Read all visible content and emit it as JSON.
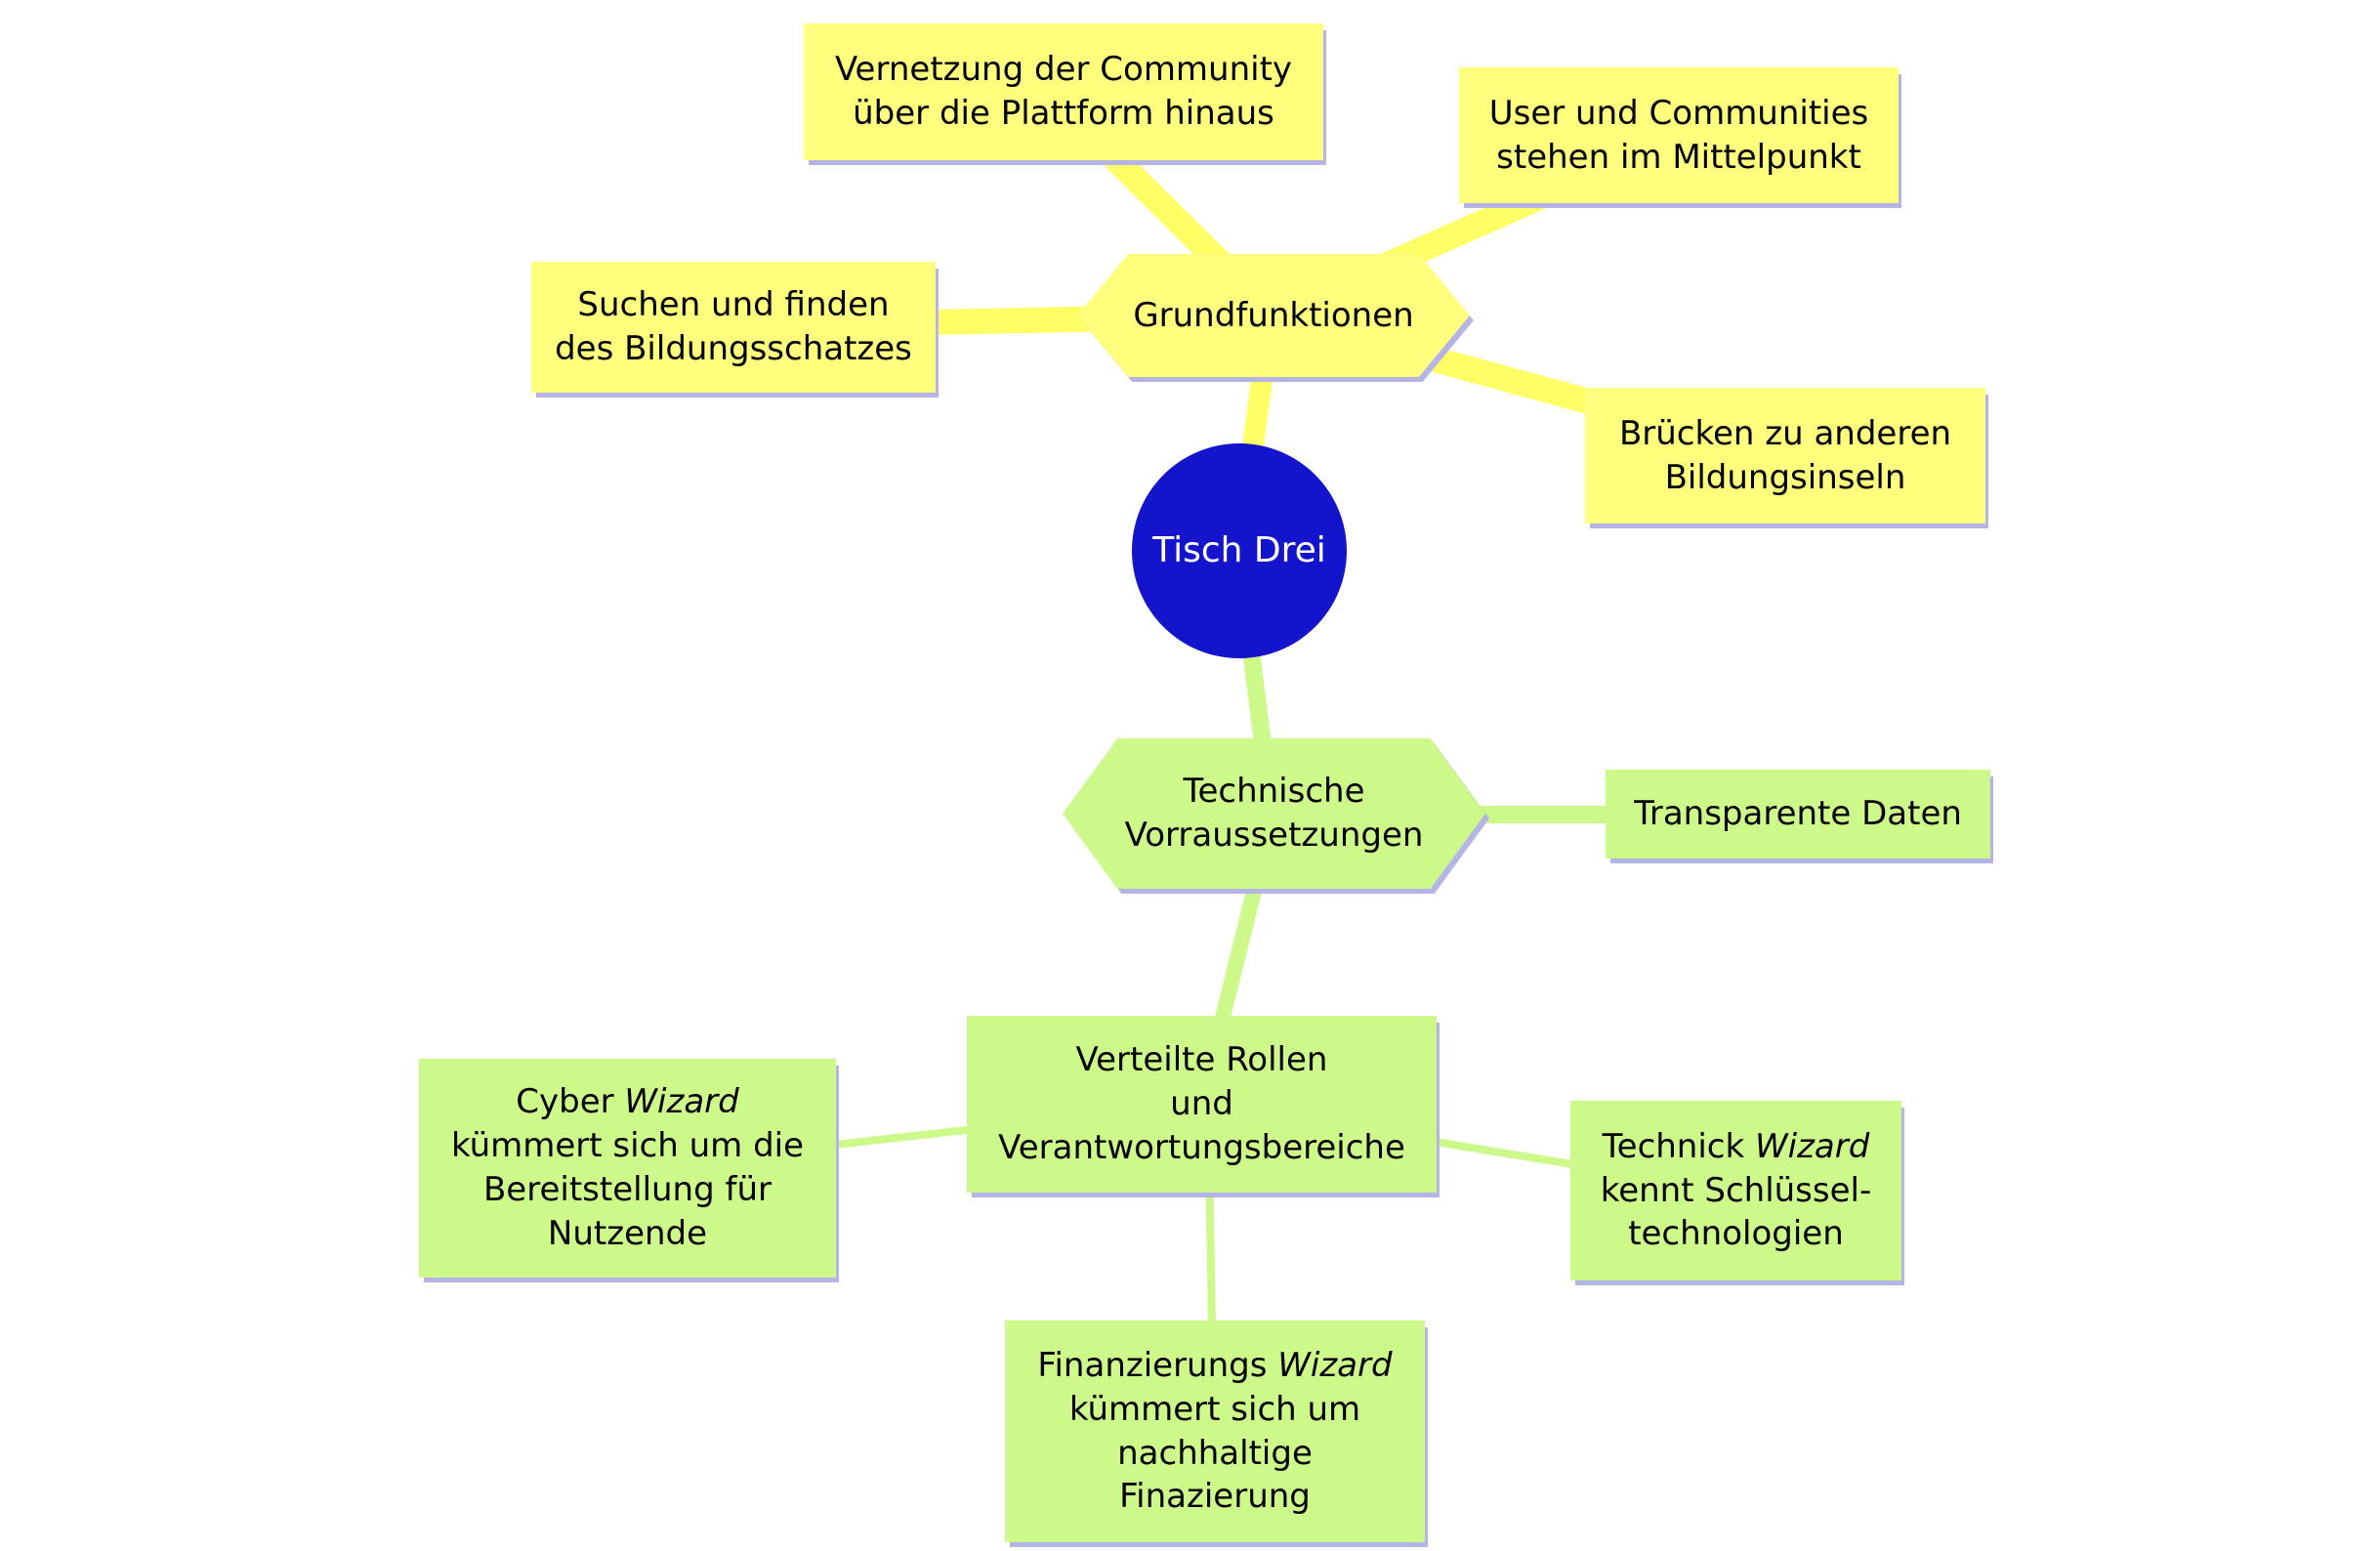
{
  "colors": {
    "background": "#FFFFFF",
    "root_fill": "#1414CC",
    "root_text": "#FFFFFF",
    "yellow_fill": "#FFFF7D",
    "yellow_line": "#FFFF66",
    "green_fill": "#CDF98A",
    "green_line": "#CDF98A",
    "green_line_thin": "#CDF98A",
    "shadow": "#B4B4E6",
    "text": "#000000"
  },
  "root": {
    "label": "Tisch Drei"
  },
  "branches": {
    "grundfunktionen": {
      "label": "Grundfunktionen",
      "children": {
        "vernetzung": {
          "label": "Vernetzung der Community\nüber die Plattform hinaus"
        },
        "user_communities": {
          "label": "User und Communities\nstehen im Mittelpunkt"
        },
        "suchen": {
          "label": "Suchen und finden\ndes Bildungsschatzes"
        },
        "bruecken": {
          "label": "Brücken zu anderen\nBildungsinseln"
        }
      }
    },
    "technische": {
      "label": "Technische\nVorraussetzungen",
      "children": {
        "transparente": {
          "label": "Transparente Daten"
        },
        "verteilte": {
          "label": "Verteilte Rollen\nund\nVerantwortungsbereiche",
          "children": {
            "cyber": {
              "prefix": "Cyber ",
              "italic": "Wizard",
              "suffix": "\nkümmert sich um die\nBereitstellung für\nNutzende"
            },
            "technick": {
              "prefix": "Technick ",
              "italic": "Wizard",
              "suffix": "\nkennt Schlüssel-\ntechnologien"
            },
            "finanzierungs": {
              "prefix": "Finanzierungs ",
              "italic": "Wizard",
              "suffix": "\nkümmert sich um\nnachhaltige\nFinazierung"
            }
          }
        }
      }
    }
  }
}
